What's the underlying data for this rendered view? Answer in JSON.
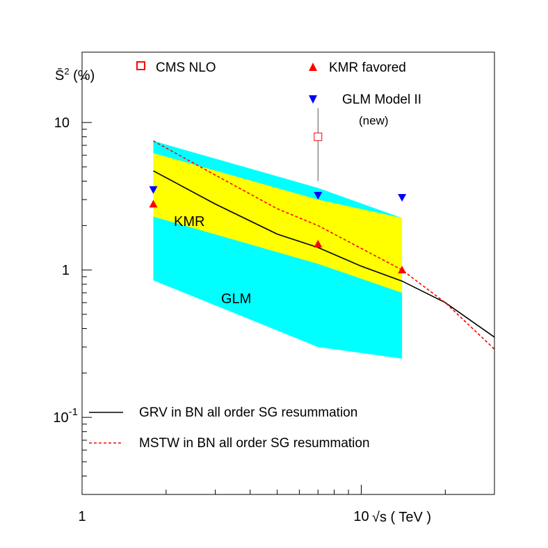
{
  "chart_data": {
    "type": "line",
    "x_scale": "log",
    "y_scale": "log",
    "xlim": [
      1,
      30
    ],
    "ylim": [
      0.03,
      30
    ],
    "xlabel": "√s ( TeV )",
    "ylabel_base": "S̄",
    "ylabel_sup": "2",
    "ylabel_suffix": " (%)",
    "x_tick_labels": [
      {
        "value": 1,
        "text": "1"
      },
      {
        "value": 10,
        "text": "10"
      }
    ],
    "y_tick_labels": [
      {
        "value": 10,
        "text": "10",
        "sup": ""
      },
      {
        "value": 1,
        "text": "1",
        "sup": ""
      },
      {
        "value": 0.1,
        "text": "10",
        "sup": "-1"
      }
    ],
    "bands": [
      {
        "name": "GLM",
        "color": "#00ffff",
        "x": [
          1.8,
          7,
          14
        ],
        "lower": [
          0.85,
          0.3,
          0.25
        ],
        "upper": [
          7.5,
          3.6,
          2.25
        ]
      },
      {
        "name": "KMR",
        "color": "#ffff00",
        "x": [
          1.8,
          7,
          14
        ],
        "lower": [
          2.3,
          1.1,
          0.7
        ],
        "upper": [
          6.2,
          3.0,
          2.25
        ]
      }
    ],
    "series": [
      {
        "name": "GRV in BN  all order SG resummation",
        "style": "solid",
        "color": "#000000",
        "x": [
          1.8,
          3,
          5,
          7,
          10,
          14,
          20,
          30
        ],
        "y": [
          4.7,
          2.8,
          1.75,
          1.42,
          1.06,
          0.84,
          0.6,
          0.35
        ]
      },
      {
        "name": "MSTW in BN  all order SG resummation",
        "style": "dashed",
        "color": "#ff0000",
        "x": [
          1.8,
          3,
          5,
          7,
          10,
          14,
          20,
          30
        ],
        "y": [
          7.5,
          4.4,
          2.6,
          2.0,
          1.4,
          1.0,
          0.6,
          0.29
        ]
      }
    ],
    "points": [
      {
        "name": "CMS NLO",
        "marker": "open-square",
        "color": "#ff0000",
        "x": 7,
        "y": 8.0,
        "err_low": 4.0,
        "err_high": 12.5
      },
      {
        "name": "KMR favored",
        "marker": "triangle-up",
        "color": "#ff0000",
        "x": [
          1.8,
          7,
          14
        ],
        "y": [
          2.8,
          1.5,
          1.0
        ]
      },
      {
        "name": "GLM Model II",
        "marker": "triangle-down",
        "color": "#0000ff",
        "x": [
          1.8,
          7,
          14
        ],
        "y": [
          3.5,
          3.2,
          3.1
        ]
      }
    ],
    "legend_notes": {
      "glm_model_ii_sub": "(new)"
    },
    "grid": false
  }
}
